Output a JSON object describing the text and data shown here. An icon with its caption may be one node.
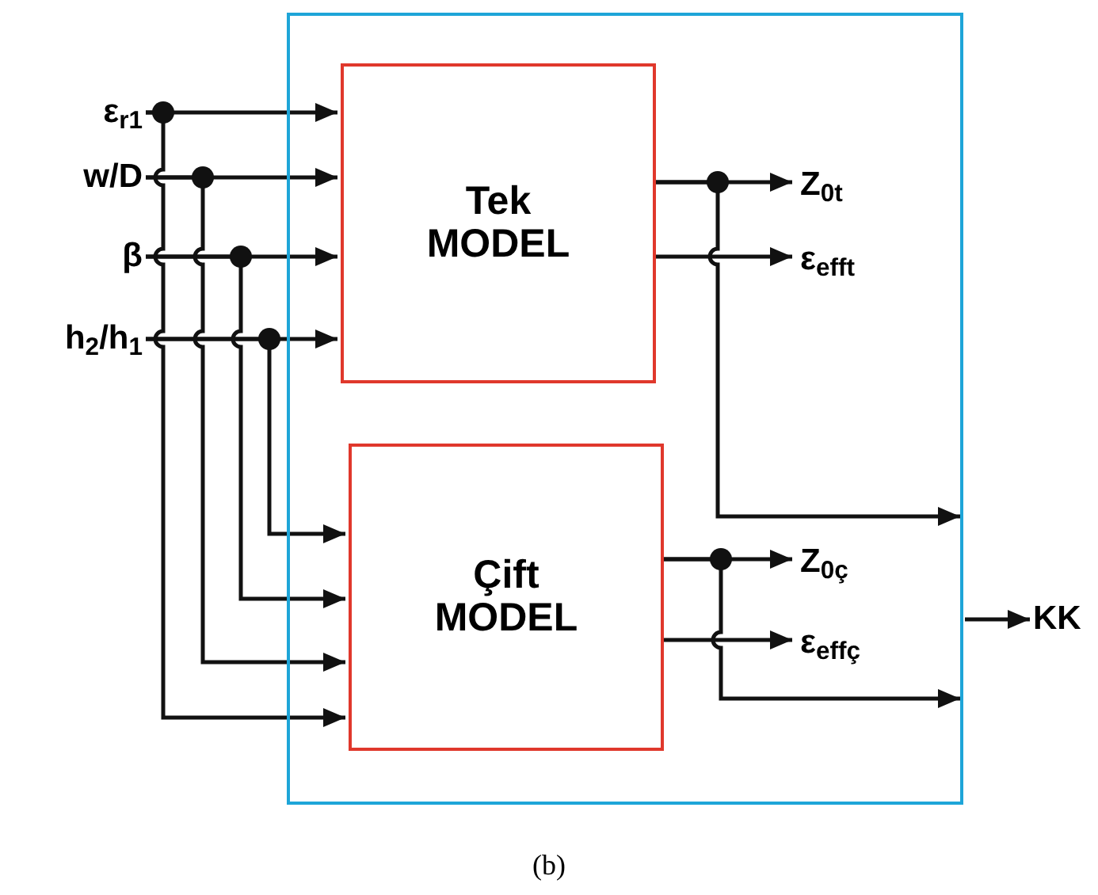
{
  "diagram": {
    "caption": "(b)",
    "nodes": [
      {
        "text": [],
        "shape": "box"
      },
      {
        "text": [
          "Tek MODEL"
        ],
        "in": 0
      },
      {
        "text": [
          "Çift MODEL"
        ],
        "in": 0
      },
      {
        "text": [
          "ε$_{r1}$"
        ]
      },
      {
        "text": [
          "w/D"
        ]
      },
      {
        "text": [
          "β"
        ]
      },
      {
        "text": [
          "h$_{2}$/h$_{1}$"
        ]
      },
      {
        "text": [
          "Z$_{0t}$"
        ],
        "in": 0
      },
      {
        "text": [
          "ε$_{efft}$"
        ],
        "in": 0
      },
      {
        "text": [
          "Z$_{0ç}$"
        ],
        "in": 0
      },
      {
        "text": [
          "ε$_{effç}$"
        ],
        "in": 0
      },
      {
        "text": [
          "KK"
        ]
      }
    ],
    "edges": [
      {
        "from": 3,
        "to": 1,
        "arrow": "to"
      },
      {
        "from": 4,
        "to": 1,
        "arrow": "to"
      },
      {
        "from": 5,
        "to": 1,
        "arrow": "to"
      },
      {
        "from": 6,
        "to": 1,
        "arrow": "to"
      },
      {
        "from": 6,
        "to": 2,
        "arrow": "to"
      },
      {
        "from": 5,
        "to": 2,
        "arrow": "to"
      },
      {
        "from": 4,
        "to": 2,
        "arrow": "to"
      },
      {
        "from": 3,
        "to": 2,
        "arrow": "to"
      },
      {
        "from": 1,
        "to": 7,
        "arrow": "to"
      },
      {
        "from": 1,
        "to": 8,
        "arrow": "to"
      },
      {
        "from": 1,
        "to": 0,
        "arrow": "to"
      },
      {
        "from": 2,
        "to": 9,
        "arrow": "to"
      },
      {
        "from": 2,
        "to": 10,
        "arrow": "to"
      },
      {
        "from": 2,
        "to": 0,
        "arrow": "to"
      },
      {
        "from": 0,
        "to": 11,
        "arrow": "to"
      }
    ]
  }
}
